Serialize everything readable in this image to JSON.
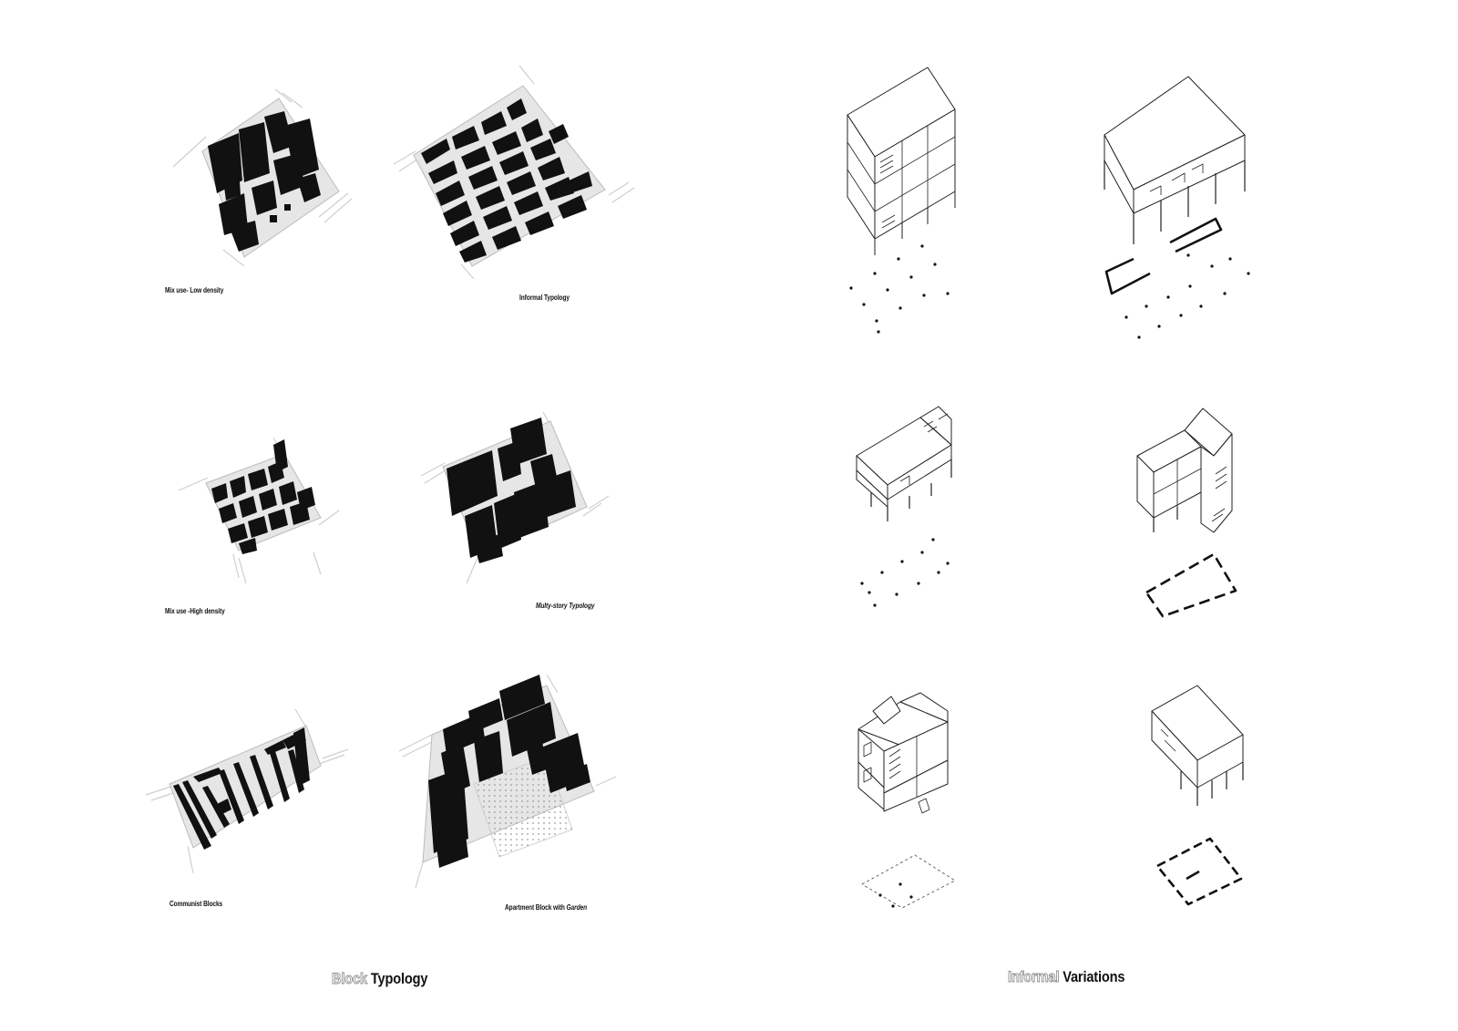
{
  "block_typology": {
    "title_outlined": "Block",
    "title_solid": "Typology",
    "captions": {
      "mix_low": "Mix use- Low density",
      "informal": "Informal Typology",
      "mix_high": "Mix use -High density",
      "multistory": "Multy-story Typology",
      "communist": "Communist Blocks",
      "apartment_prefix": "Apartment Block with ",
      "apartment_italic": "Garden"
    }
  },
  "informal_variations": {
    "title_outlined": "Informal",
    "title_solid": "Variations"
  },
  "colors": {
    "ink": "#111111",
    "site_fill": "#e6e6e6",
    "road_line": "#c8c8c8",
    "title_outline": "#888888"
  }
}
